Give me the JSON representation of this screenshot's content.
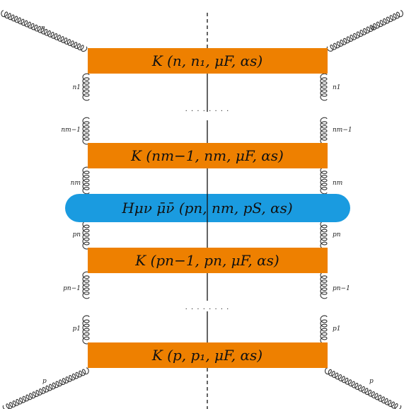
{
  "colors": {
    "kernel_fill": "#EE8000",
    "hard_fill": "#1A9BE0",
    "gluon_stroke": "#333333",
    "cut_line": "#111111"
  },
  "boxes": [
    {
      "label": "K (n, n₁, μF, αs)"
    },
    {
      "label": "K (nm−1, nm, μF, αs)"
    },
    {
      "label": "K (pn−1, pn, μF, αs)"
    },
    {
      "label": "K (p, p₁, μF, αs)"
    }
  ],
  "hard": {
    "label": "Hμν μ̄ν̄ (pn, nm, pS, αs)"
  },
  "external": {
    "top_left": "n",
    "top_right": "n",
    "bottom_left": "p",
    "bottom_right": "p"
  },
  "gluon_labels": [
    {
      "left": "n1",
      "right": "n1"
    },
    {
      "left": "nm−1",
      "right": "nm−1"
    },
    {
      "left": "nm",
      "right": "nm"
    },
    {
      "left": "pn",
      "right": "pn"
    },
    {
      "left": "pn−1",
      "right": "pn−1"
    },
    {
      "left": "p1",
      "right": "p1"
    }
  ],
  "ellipsis": ". . . . . . . ."
}
